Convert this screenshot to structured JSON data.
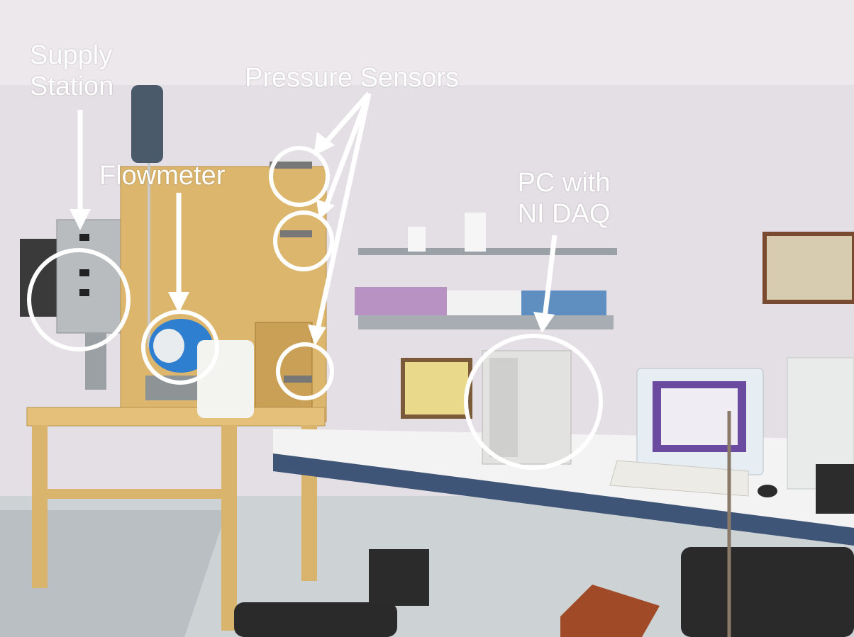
{
  "labels": {
    "supply_station": [
      "Supply",
      "Station"
    ],
    "pressure_sensors": "Pressure Sensors",
    "flowmeter": "Flowmeter",
    "pc_daq": [
      "PC with",
      "NI DAQ"
    ]
  },
  "colors": {
    "annotation": "#ffffff",
    "wall": "#e6e1e6",
    "wood": "#d9b36a",
    "flowmeter_body": "#2f7fd0",
    "floor": "#c8cdd0",
    "desk": "#f2f2f2"
  }
}
